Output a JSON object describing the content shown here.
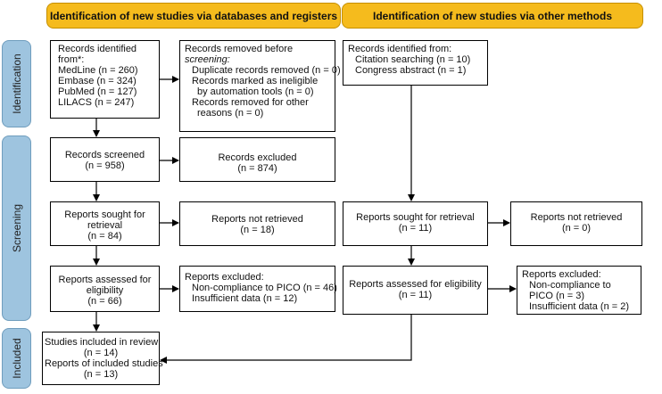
{
  "headers": {
    "left": "Identification of new studies via databases and registers",
    "right": "Identification of new studies via other methods"
  },
  "sides": {
    "identification": "Identification",
    "screening": "Screening",
    "included": "Included"
  },
  "boxes": {
    "records_identified": [
      "Records identified",
      "from*:",
      "MedLine (n = 260)",
      "Embase (n = 324)",
      "PubMed (n = 127)",
      "LILACS (n = 247)"
    ],
    "records_removed": [
      "Records removed before",
      "screening:",
      "Duplicate records removed (n = 0)",
      "Records marked as ineligible",
      "by automation tools (n = 0)",
      "Records removed for other",
      "reasons (n = 0)"
    ],
    "other_identified": [
      "Records identified from:",
      "Citation searching (n = 10)",
      "Congress abstract (n = 1)"
    ],
    "records_screened": [
      "Records screened",
      "(n = 958)"
    ],
    "records_excluded": [
      "Records excluded",
      "(n = 874)"
    ],
    "reports_sought": [
      "Reports sought for",
      "retrieval",
      "(n = 84)"
    ],
    "reports_not_retrieved": [
      "Reports not retrieved",
      "(n = 18)"
    ],
    "other_sought": [
      "Reports sought for retrieval",
      "(n = 11)"
    ],
    "other_not_retrieved": [
      "Reports not retrieved",
      "(n = 0)"
    ],
    "reports_assessed": [
      "Reports assessed for",
      "eligibility",
      "(n = 66)"
    ],
    "reports_excluded": [
      "Reports excluded:",
      "Non-compliance to PICO (n = 46)",
      "Insufficient data (n = 12)"
    ],
    "other_assessed": [
      "Reports assessed for eligibility",
      "(n = 11)"
    ],
    "other_excluded": [
      "Reports excluded:",
      "Non-compliance to",
      "PICO (n = 3)",
      "Insufficient data (n = 2)"
    ],
    "included": [
      "Studies included in review",
      "(n = 14)",
      "Reports of included studies",
      "(n = 13)"
    ]
  }
}
